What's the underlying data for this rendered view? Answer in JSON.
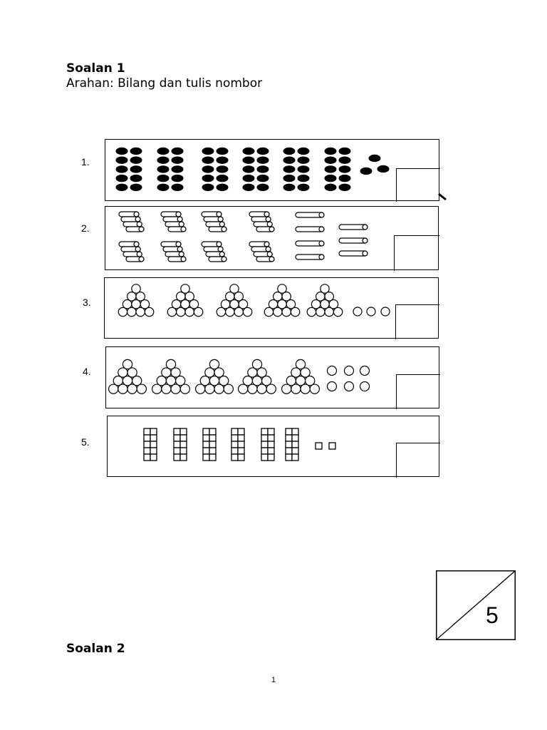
{
  "question1": {
    "title": "Soalan 1",
    "instruction": "Arahan: Bilang dan tulis nombor",
    "items": [
      {
        "label": "1.",
        "icon": "black-oval-bead-icon",
        "description_groups_of_ten": 6,
        "ones": 3
      },
      {
        "label": "2.",
        "icon": "stick-bundle-icon",
        "description_groups_of_ten": 8,
        "ones": 7
      },
      {
        "label": "3.",
        "icon": "circle-pyramid-icon",
        "description_groups_of_ten": 5,
        "ones": 3
      },
      {
        "label": "4.",
        "icon": "circle-pyramid-icon",
        "description_groups_of_ten": 5,
        "ones": 6
      },
      {
        "label": "5.",
        "icon": "ten-frame-icon",
        "description_groups_of_ten": 6,
        "ones": 2
      }
    ]
  },
  "score": {
    "value": "5"
  },
  "question2": {
    "title": "Soalan 2"
  },
  "page_number": "1"
}
